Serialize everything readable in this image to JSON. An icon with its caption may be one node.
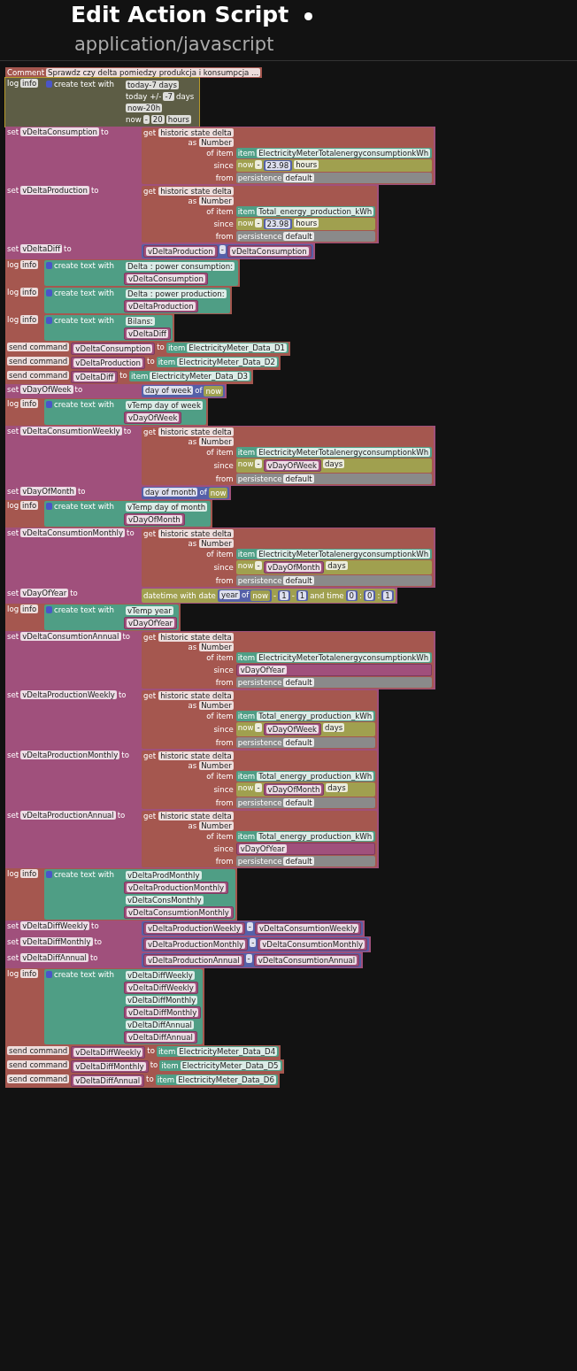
{
  "diagram": {
    "title": "Edit Action Script",
    "nodes": [
      {
        "text": [
          "Comment",
          "Sprawdz czy delta pomiedzy produkcja i konsumpcja ..."
        ]
      },
      {
        "text": [
          "log",
          "info"
        ]
      },
      {
        "text": [
          "create text with"
        ],
        "in": 1
      },
      {
        "text": [
          "today-7 days"
        ],
        "in": 2
      },
      {
        "text": [
          "today +/-",
          "-7",
          "days"
        ],
        "in": 2
      },
      {
        "text": [
          "now-20h"
        ],
        "in": 2
      },
      {
        "text": [
          "now",
          "-",
          "20",
          "hours"
        ],
        "in": 2
      },
      {
        "text": [
          "set",
          "vDeltaConsumption",
          "to"
        ]
      },
      {
        "text": [
          "get",
          "historic state delta",
          "as",
          "Number",
          "of item",
          "since",
          "from"
        ],
        "in": 7
      },
      {
        "text": [
          "item",
          "ElectricityMeterTotalenergyconsumptionkWh"
        ],
        "in": 8
      },
      {
        "text": [
          "now",
          "-",
          "hours"
        ],
        "in": 8
      },
      {
        "text": [
          "23.98"
        ],
        "in": 10
      },
      {
        "text": [
          "persistence",
          "default"
        ],
        "in": 8
      },
      {
        "text": [
          "set",
          "vDeltaProduction",
          "to"
        ]
      },
      {
        "text": [
          "get",
          "historic state delta",
          "as",
          "Number",
          "of item",
          "since",
          "from"
        ],
        "in": 13
      },
      {
        "text": [
          "item",
          "Total_energy_production_kWh"
        ],
        "in": 14
      },
      {
        "text": [
          "now",
          "-",
          "hours"
        ],
        "in": 14
      },
      {
        "text": [
          "23.98"
        ],
        "in": 16
      },
      {
        "text": [
          "persistence",
          "default"
        ],
        "in": 14
      },
      {
        "text": [
          "set",
          "vDeltaDiff",
          "to"
        ]
      },
      {
        "text": [
          "-"
        ],
        "in": 19
      },
      {
        "text": [
          "vDeltaProduction"
        ],
        "in": 20
      },
      {
        "text": [
          "vDeltaConsumption"
        ],
        "in": 20
      },
      {
        "text": [
          "log",
          "info"
        ]
      },
      {
        "text": [
          "create text with"
        ],
        "in": 23
      },
      {
        "text": [
          "Delta : power consumption:"
        ],
        "in": 24
      },
      {
        "text": [
          "vDeltaConsumption"
        ],
        "in": 24
      },
      {
        "text": [
          "log",
          "info"
        ]
      },
      {
        "text": [
          "create text with"
        ],
        "in": 27
      },
      {
        "text": [
          "Delta : power production:"
        ],
        "in": 28
      },
      {
        "text": [
          "vDeltaProduction"
        ],
        "in": 28
      },
      {
        "text": [
          "log",
          "info"
        ]
      },
      {
        "text": [
          "create text with"
        ],
        "in": 31
      },
      {
        "text": [
          "Bilans:"
        ],
        "in": 32
      },
      {
        "text": [
          "vDeltaDiff"
        ],
        "in": 32
      },
      {
        "text": [
          "send command",
          "to"
        ]
      },
      {
        "text": [
          "vDeltaConsumption"
        ],
        "in": 35
      },
      {
        "text": [
          "item",
          "ElectricityMeter_Data_D1"
        ],
        "in": 35
      },
      {
        "text": [
          "send command",
          "to"
        ]
      },
      {
        "text": [
          "vDeltaProduction"
        ],
        "in": 38
      },
      {
        "text": [
          "item",
          "ElectricityMeter_Data_D2"
        ],
        "in": 38
      },
      {
        "text": [
          "send command",
          "to"
        ]
      },
      {
        "text": [
          "vDeltaDiff"
        ],
        "in": 41
      },
      {
        "text": [
          "item",
          "ElectricityMeter_Data_D3"
        ],
        "in": 41
      },
      {
        "text": [
          "set",
          "vDayOfWeek",
          "to"
        ]
      },
      {
        "text": [
          "day of week",
          "of"
        ],
        "in": 44
      },
      {
        "text": [
          "now"
        ],
        "in": 45
      },
      {
        "text": [
          "log",
          "info"
        ]
      },
      {
        "text": [
          "create text with"
        ],
        "in": 47
      },
      {
        "text": [
          "vTemp day of week"
        ],
        "in": 48
      },
      {
        "text": [
          "vDayOfWeek"
        ],
        "in": 48
      },
      {
        "text": [
          "set",
          "vDeltaConsumtionWeekly",
          "to"
        ]
      },
      {
        "text": [
          "get",
          "historic state delta",
          "as",
          "Number",
          "of item",
          "since",
          "from"
        ],
        "in": 51
      },
      {
        "text": [
          "item",
          "ElectricityMeterTotalenergyconsumptionkWh"
        ],
        "in": 52
      },
      {
        "text": [
          "now",
          "-",
          "days"
        ],
        "in": 52
      },
      {
        "text": [
          "vDayOfWeek"
        ],
        "in": 54
      },
      {
        "text": [
          "persistence",
          "default"
        ],
        "in": 52
      },
      {
        "text": [
          "set",
          "vDayOfMonth",
          "to"
        ]
      },
      {
        "text": [
          "day of month",
          "of"
        ],
        "in": 57
      },
      {
        "text": [
          "now"
        ],
        "in": 58
      },
      {
        "text": [
          "log",
          "info"
        ]
      },
      {
        "text": [
          "create text with"
        ],
        "in": 60
      },
      {
        "text": [
          "vTemp day of month"
        ],
        "in": 61
      },
      {
        "text": [
          "vDayOfMonth"
        ],
        "in": 61
      },
      {
        "text": [
          "set",
          "vDeltaConsumtionMonthly",
          "to"
        ]
      },
      {
        "text": [
          "get",
          "historic state delta",
          "as",
          "Number",
          "of item",
          "since",
          "from"
        ],
        "in": 64
      },
      {
        "text": [
          "item",
          "ElectricityMeterTotalenergyconsumptionkWh"
        ],
        "in": 65
      },
      {
        "text": [
          "now",
          "-",
          "days"
        ],
        "in": 65
      },
      {
        "text": [
          "vDayOfMonth"
        ],
        "in": 67
      },
      {
        "text": [
          "persistence",
          "default"
        ],
        "in": 65
      },
      {
        "text": [
          "set",
          "vDayOfYear",
          "to"
        ]
      },
      {
        "text": [
          "datetime with date",
          "-",
          "-",
          "and time",
          ":",
          ":"
        ],
        "in": 70
      },
      {
        "text": [
          "year",
          "of"
        ],
        "in": 71
      },
      {
        "text": [
          "now"
        ],
        "in": 72
      },
      {
        "text": [
          "1"
        ],
        "in": 71
      },
      {
        "text": [
          "1"
        ],
        "in": 71
      },
      {
        "text": [
          "0"
        ],
        "in": 71
      },
      {
        "text": [
          "0"
        ],
        "in": 71
      },
      {
        "text": [
          "1"
        ],
        "in": 71
      },
      {
        "text": [
          "log",
          "info"
        ]
      },
      {
        "text": [
          "create text with"
        ],
        "in": 79
      },
      {
        "text": [
          "vTemp year"
        ],
        "in": 80
      },
      {
        "text": [
          "vDayOfYear"
        ],
        "in": 80
      },
      {
        "text": [
          "set",
          "vDeltaConsumtionAnnual",
          "to"
        ]
      },
      {
        "text": [
          "get",
          "historic state delta",
          "as",
          "Number",
          "of item",
          "since",
          "from"
        ],
        "in": 83
      },
      {
        "text": [
          "item",
          "ElectricityMeterTotalenergyconsumptionkWh"
        ],
        "in": 84
      },
      {
        "text": [
          "vDayOfYear"
        ],
        "in": 84
      },
      {
        "text": [
          "persistence",
          "default"
        ],
        "in": 84
      },
      {
        "text": [
          "set",
          "vDeltaProductionWeekly",
          "to"
        ]
      },
      {
        "text": [
          "get",
          "historic state delta",
          "as",
          "Number",
          "of item",
          "since",
          "from"
        ],
        "in": 88
      },
      {
        "text": [
          "item",
          "Total_energy_production_kWh"
        ],
        "in": 89
      },
      {
        "text": [
          "now",
          "-",
          "days"
        ],
        "in": 89
      },
      {
        "text": [
          "vDayOfWeek"
        ],
        "in": 91
      },
      {
        "text": [
          "persistence",
          "default"
        ],
        "in": 89
      },
      {
        "text": [
          "set",
          "vDeltaProductionMonthly",
          "to"
        ]
      },
      {
        "text": [
          "get",
          "historic state delta",
          "as",
          "Number",
          "of item",
          "since",
          "from"
        ],
        "in": 94
      },
      {
        "text": [
          "item",
          "Total_energy_production_kWh"
        ],
        "in": 95
      },
      {
        "text": [
          "now",
          "-",
          "days"
        ],
        "in": 95
      },
      {
        "text": [
          "vDayOfMonth"
        ],
        "in": 97
      },
      {
        "text": [
          "persistence",
          "default"
        ],
        "in": 95
      },
      {
        "text": [
          "set",
          "vDeltaProductionAnnual",
          "to"
        ]
      },
      {
        "text": [
          "get",
          "historic state delta",
          "as",
          "Number",
          "of item",
          "since",
          "from"
        ],
        "in": 100
      },
      {
        "text": [
          "item",
          "Total_energy_production_kWh"
        ],
        "in": 101
      },
      {
        "text": [
          "vDayOfYear"
        ],
        "in": 101
      },
      {
        "text": [
          "persistence",
          "default"
        ],
        "in": 101
      },
      {
        "text": [
          "log",
          "info"
        ]
      },
      {
        "text": [
          "create text with"
        ],
        "in": 105
      },
      {
        "text": [
          "vDeltaProdMonthly"
        ],
        "in": 106
      },
      {
        "text": [
          "vDeltaProductionMonthly"
        ],
        "in": 106
      },
      {
        "text": [
          "vDeltaConsMonthly"
        ],
        "in": 106
      },
      {
        "text": [
          "vDeltaConsumtionMonthly"
        ],
        "in": 106
      },
      {
        "text": [
          "set",
          "vDeltaDiffWeekly",
          "to"
        ]
      },
      {
        "text": [
          "-"
        ],
        "in": 111
      },
      {
        "text": [
          "vDeltaProductionWeekly"
        ],
        "in": 112
      },
      {
        "text": [
          "vDeltaConsumtionWeekly"
        ],
        "in": 112
      },
      {
        "text": [
          "set",
          "vDeltaDiffMonthly",
          "to"
        ]
      },
      {
        "text": [
          "-"
        ],
        "in": 115
      },
      {
        "text": [
          "vDeltaProductionMonthly"
        ],
        "in": 116
      },
      {
        "text": [
          "vDeltaConsumtionMonthly"
        ],
        "in": 116
      },
      {
        "text": [
          "set",
          "vDeltaDiffAnnual",
          "to"
        ]
      },
      {
        "text": [
          "-"
        ],
        "in": 119
      },
      {
        "text": [
          "vDeltaProductionAnnual"
        ],
        "in": 120
      },
      {
        "text": [
          "vDeltaConsumtionAnnual"
        ],
        "in": 120
      },
      {
        "text": [
          "log",
          "info"
        ]
      },
      {
        "text": [
          "create text with"
        ],
        "in": 123
      },
      {
        "text": [
          "vDeltaDiffWeekly"
        ],
        "in": 124
      },
      {
        "text": [
          "vDeltaDiffWeekly"
        ],
        "in": 124
      },
      {
        "text": [
          "vDeltaDiffMonthly"
        ],
        "in": 124
      },
      {
        "text": [
          "vDeltaDiffMonthly"
        ],
        "in": 124
      },
      {
        "text": [
          "vDeltaDiffAnnual"
        ],
        "in": 124
      },
      {
        "text": [
          "vDeltaDiffAnnual"
        ],
        "in": 124
      },
      {
        "text": [
          "send command",
          "to"
        ]
      },
      {
        "text": [
          "vDeltaDiffWeekly"
        ],
        "in": 131
      },
      {
        "text": [
          "item",
          "ElectricityMeter_Data_D4"
        ],
        "in": 131
      },
      {
        "text": [
          "send command",
          "to"
        ]
      },
      {
        "text": [
          "vDeltaDiffMonthly"
        ],
        "in": 134
      },
      {
        "text": [
          "item",
          "ElectricityMeter_Data_D5"
        ],
        "in": 134
      },
      {
        "text": [
          "send command",
          "to"
        ]
      },
      {
        "text": [
          "vDeltaDiffAnnual"
        ],
        "in": 137
      },
      {
        "text": [
          "item",
          "ElectricityMeter_Data_D6"
        ],
        "in": 137
      }
    ],
    "labels": [
      "application/javascript"
    ]
  }
}
